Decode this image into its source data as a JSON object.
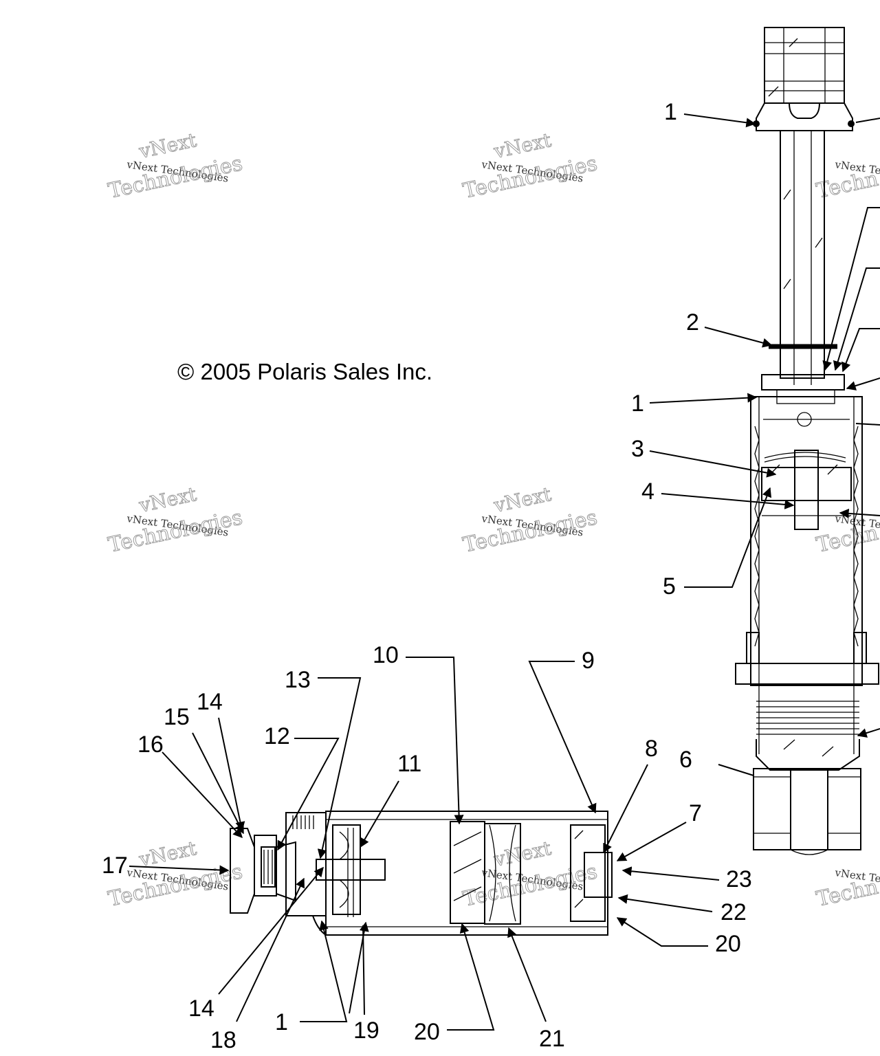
{
  "copyright": "© 2005 Polaris Sales Inc.",
  "watermark": {
    "line1": "vNext",
    "line2": "vNext Technologies",
    "line3": "Technologies",
    "line2_partial": "vNext Te",
    "line3_partial": "Techn"
  },
  "callouts": {
    "c1_top": "1",
    "c2": "2",
    "c1_mid": "1",
    "c3": "3",
    "c4": "4",
    "c5": "5",
    "c6": "6",
    "c7": "7",
    "c8": "8",
    "c9": "9",
    "c10": "10",
    "c11": "11",
    "c12": "12",
    "c13": "13",
    "c14_top": "14",
    "c15": "15",
    "c16": "16",
    "c17": "17",
    "c14_bottom": "14",
    "c18": "18",
    "c1_bottom": "1",
    "c19": "19",
    "c20_bottom": "20",
    "c21": "21",
    "c20_right": "20",
    "c22": "22",
    "c23": "23"
  }
}
